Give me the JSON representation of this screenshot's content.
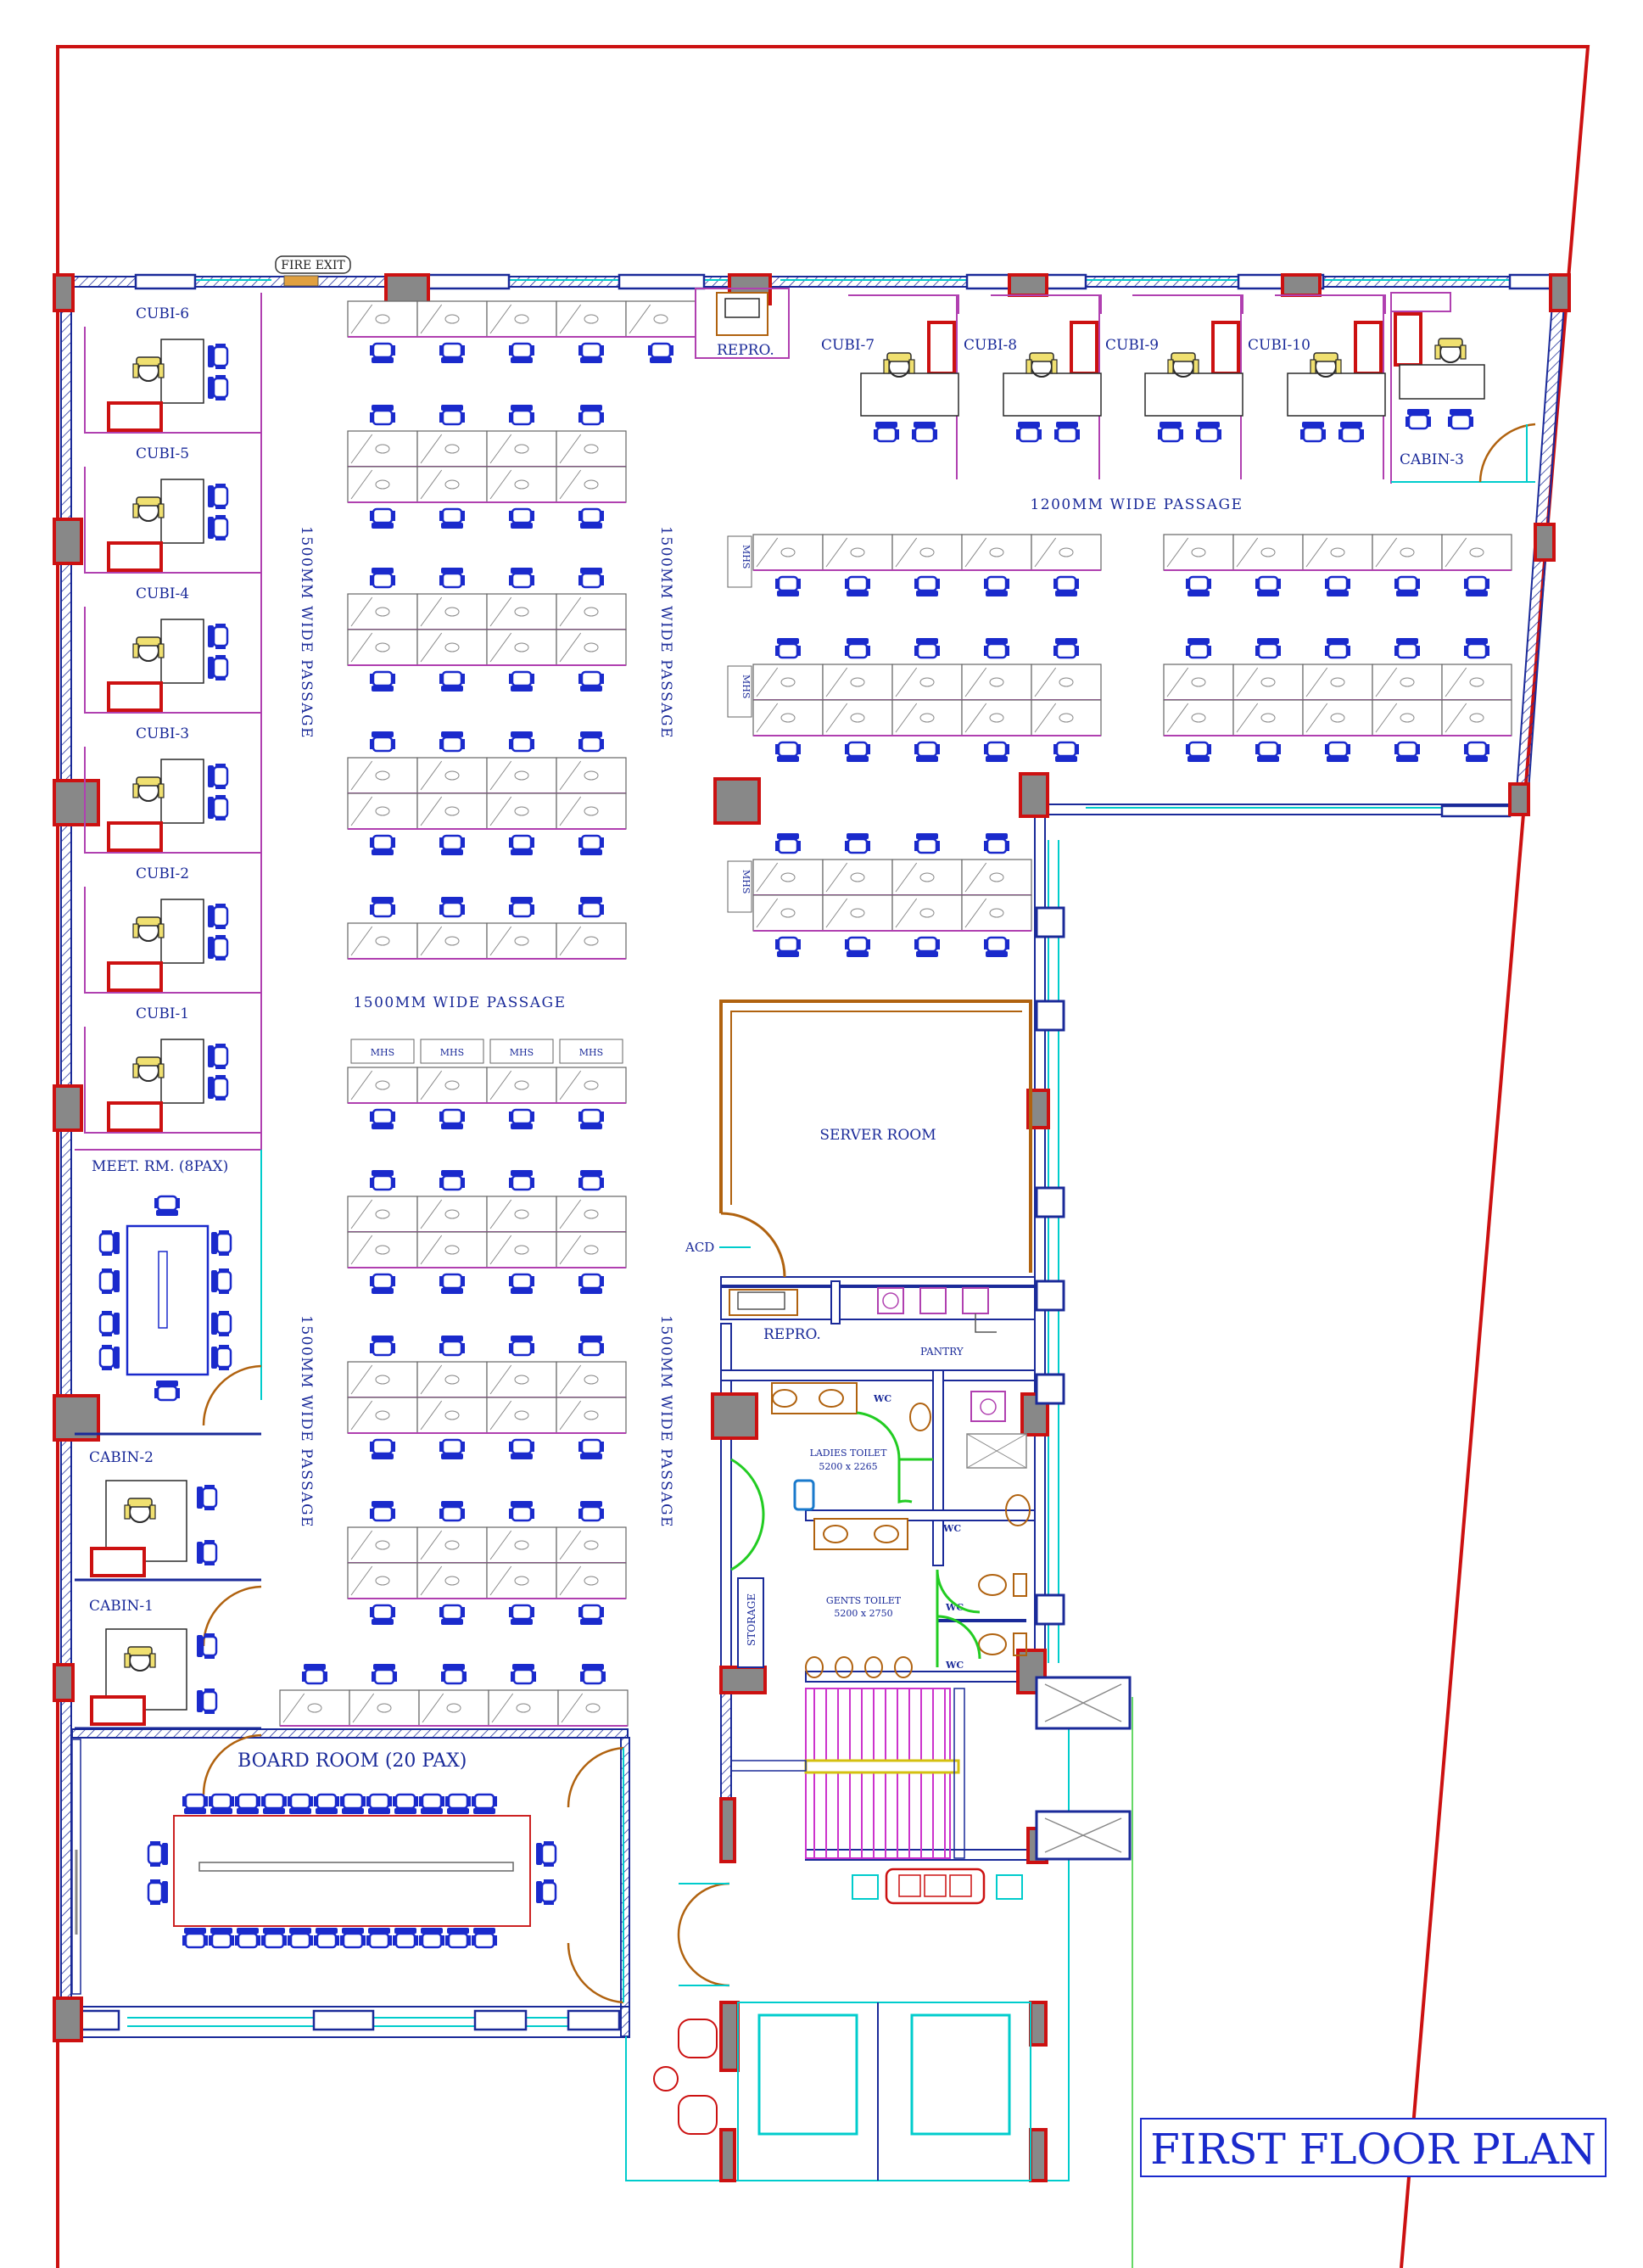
{
  "title": "FIRST FLOOR PLAN",
  "fire_exit": "FIRE EXIT",
  "cubicles": {
    "left": [
      "CUBI-6",
      "CUBI-5",
      "CUBI-4",
      "CUBI-3",
      "CUBI-2",
      "CUBI-1"
    ],
    "top": [
      "CUBI-7",
      "CUBI-8",
      "CUBI-9",
      "CUBI-10"
    ]
  },
  "rooms": {
    "repro_top": "REPRO.",
    "repro_mid": "REPRO.",
    "cabin_3": "CABIN-3",
    "cabin_2": "CABIN-2",
    "cabin_1": "CABIN-1",
    "meeting_room": "MEET. RM. (8PAX)",
    "board_room": "BOARD ROOM (20 PAX)",
    "server_room": "SERVER ROOM",
    "pantry": "PANTRY",
    "storage": "STORAGE",
    "acd": "ACD",
    "ladies_toilet": "LADIES TOILET",
    "ladies_toilet_size": "5200 x 2265",
    "gents_toilet": "GENTS TOILET",
    "gents_toilet_size": "5200 x 2750",
    "wc": "WC",
    "mhs": "MHS"
  },
  "passages": {
    "top": "1200MM WIDE PASSAGE",
    "middle": "1500MM WIDE PASSAGE",
    "vertical": "1500MM WIDE PASSAGE"
  },
  "colors": {
    "boundary": "#cc1111",
    "wall": "#1a2a99",
    "column": "#888888",
    "partition": "#b040b0",
    "chair": "#1a2acc",
    "glass": "#00cccc",
    "wc_door": "#22cc22",
    "door_arc": "#b0620f"
  }
}
